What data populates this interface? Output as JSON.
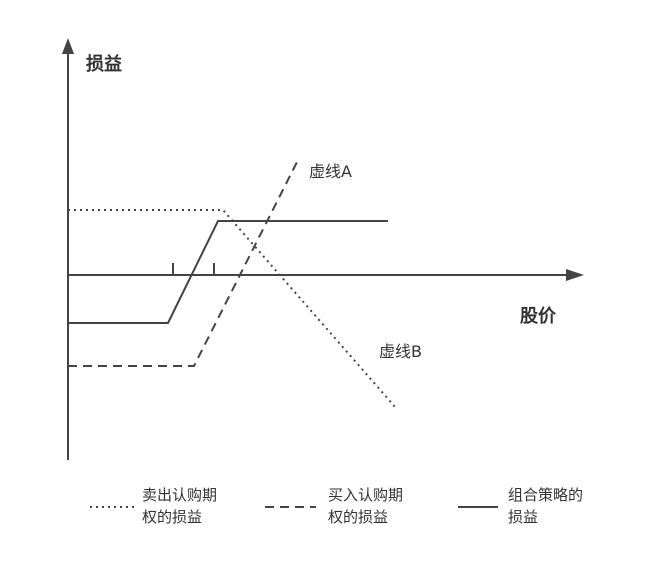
{
  "axes": {
    "y_label": "损益",
    "x_label": "股价"
  },
  "annotations": {
    "line_a": "虚线A",
    "line_b": "虚线B"
  },
  "legend": [
    {
      "style": "dotted",
      "line1": "卖出认购期",
      "line2": "权的损益"
    },
    {
      "style": "dashed",
      "line1": "买入认购期",
      "line2": "权的损益"
    },
    {
      "style": "solid",
      "line1": "组合策略的",
      "line2": "损益"
    }
  ],
  "colors": {
    "line": "#444444"
  }
}
